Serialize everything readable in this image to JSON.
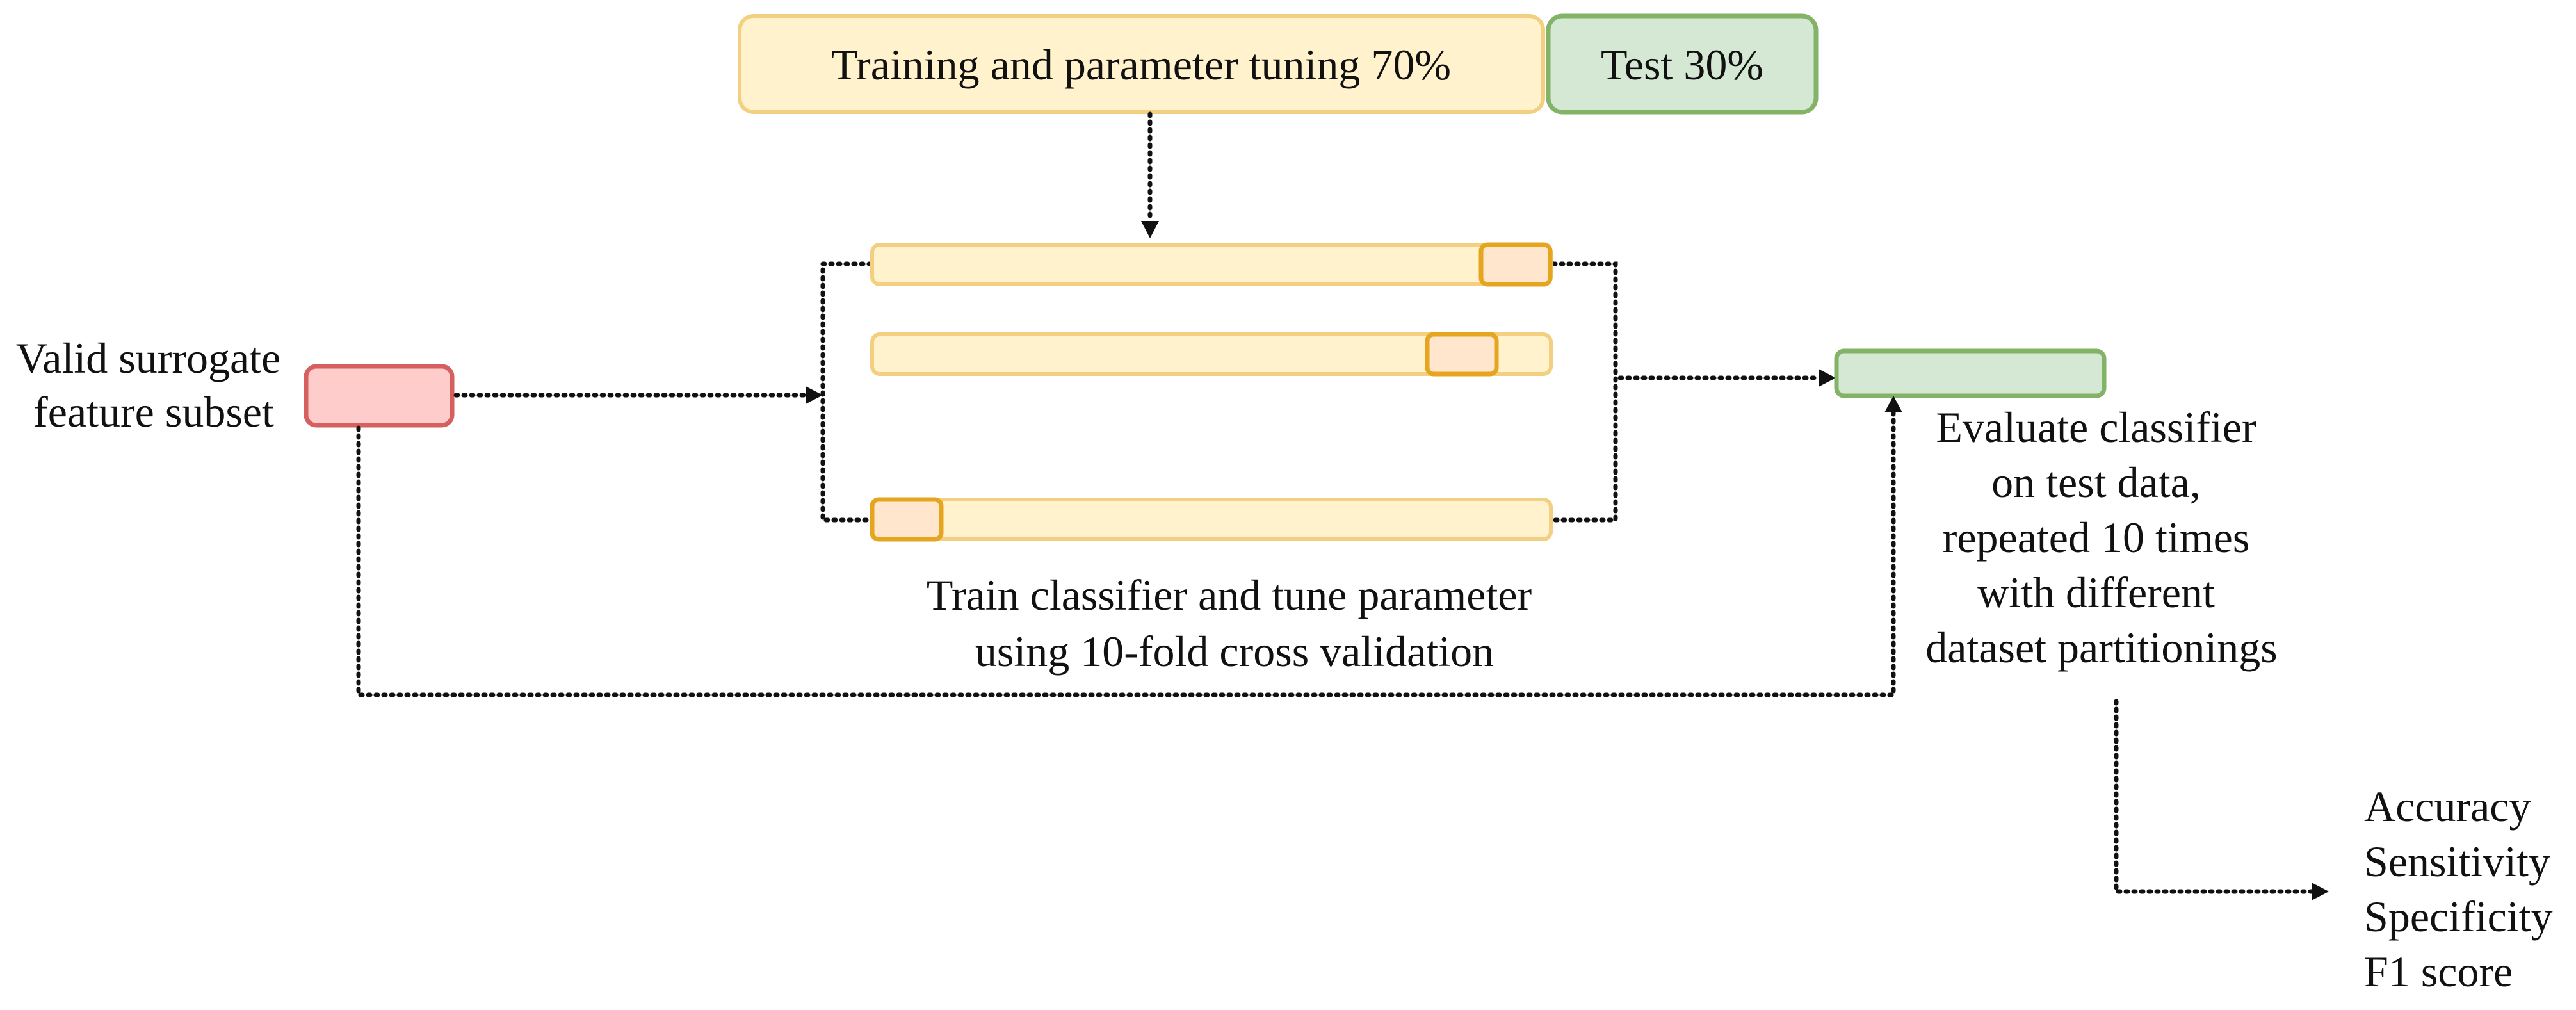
{
  "split": {
    "train_label": "Training and parameter tuning 70%",
    "test_label": "Test 30%"
  },
  "input": {
    "label_lines": [
      "Valid surrogate",
      "feature subset"
    ]
  },
  "cv": {
    "caption_lines": [
      "Train classifier and tune parameter",
      "using 10-fold cross validation"
    ]
  },
  "evaluate": {
    "caption_lines": [
      "Evaluate classifier",
      "on test data,",
      "repeated 10 times",
      "with different",
      "dataset partitionings"
    ]
  },
  "metrics": {
    "lines": [
      "Accuracy",
      "Sensitivity",
      "Specificity",
      "F1 score"
    ]
  },
  "colors": {
    "train": "#fff2cc",
    "validation_fold": "#ffe6cc",
    "test": "#d5e8d4",
    "feature_subset": "#ffcccc"
  }
}
